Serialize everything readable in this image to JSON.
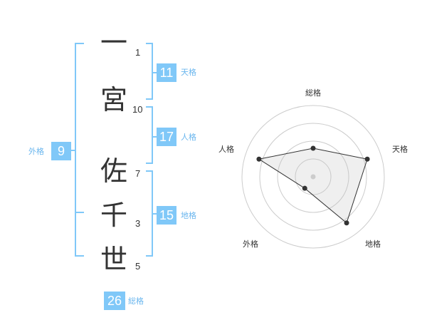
{
  "name": {
    "characters": [
      {
        "char": "一",
        "strokes": "1"
      },
      {
        "char": "宮",
        "strokes": "10"
      },
      {
        "char": "佐",
        "strokes": "7"
      },
      {
        "char": "千",
        "strokes": "3"
      },
      {
        "char": "世",
        "strokes": "5"
      }
    ]
  },
  "kaku": {
    "tenkaku": {
      "value": "11",
      "label": "天格"
    },
    "jinkaku": {
      "value": "17",
      "label": "人格"
    },
    "chikaku": {
      "value": "15",
      "label": "地格"
    },
    "gaikaku": {
      "value": "9",
      "label": "外格"
    },
    "soukaku": {
      "value": "26",
      "label": "総格"
    }
  },
  "colors": {
    "accent": "#80c8f8",
    "label": "#6ab6ee",
    "text": "#333333"
  },
  "chart_data": {
    "type": "radar",
    "axes": [
      "総格",
      "天格",
      "地格",
      "外格",
      "人格"
    ],
    "values": [
      2,
      4,
      4,
      1,
      4
    ],
    "max": 5,
    "rings": 4
  }
}
